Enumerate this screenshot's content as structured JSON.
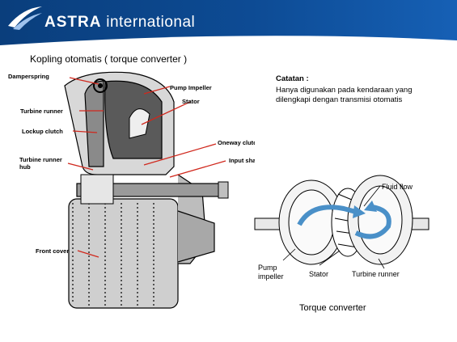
{
  "header": {
    "brand_bold": "ASTRA",
    "brand_light": "international"
  },
  "slide": {
    "title": "Kopling otomatis ( torque converter )"
  },
  "note": {
    "heading": "Catatan :",
    "body": "Hanya digunakan pada kendaraan yang dilengkapi dengan transmisi otomatis"
  },
  "left_diagram": {
    "labels": {
      "damperspring": "Damperspring",
      "pump_impeller": "Pump Impeller",
      "turbine_runner": "Turbine runner",
      "stator": "Stator",
      "lockup_clutch": "Lockup clutch",
      "oneway_clutch": "Oneway clutch",
      "turbine_runner_hub_1": "Turbine runner",
      "turbine_runner_hub_2": "hub",
      "input_shaft": "Input shaft",
      "front_cover": "Front cover"
    }
  },
  "right_diagram": {
    "labels": {
      "fluid_flow": "Fluid flow",
      "pump_1": "Pump",
      "pump_2": "impeller",
      "stator": "Stator",
      "turbine_runner": "Turbine runner",
      "caption": "Torque converter"
    },
    "colors": {
      "flow_arrow": "#4a90c8"
    }
  }
}
